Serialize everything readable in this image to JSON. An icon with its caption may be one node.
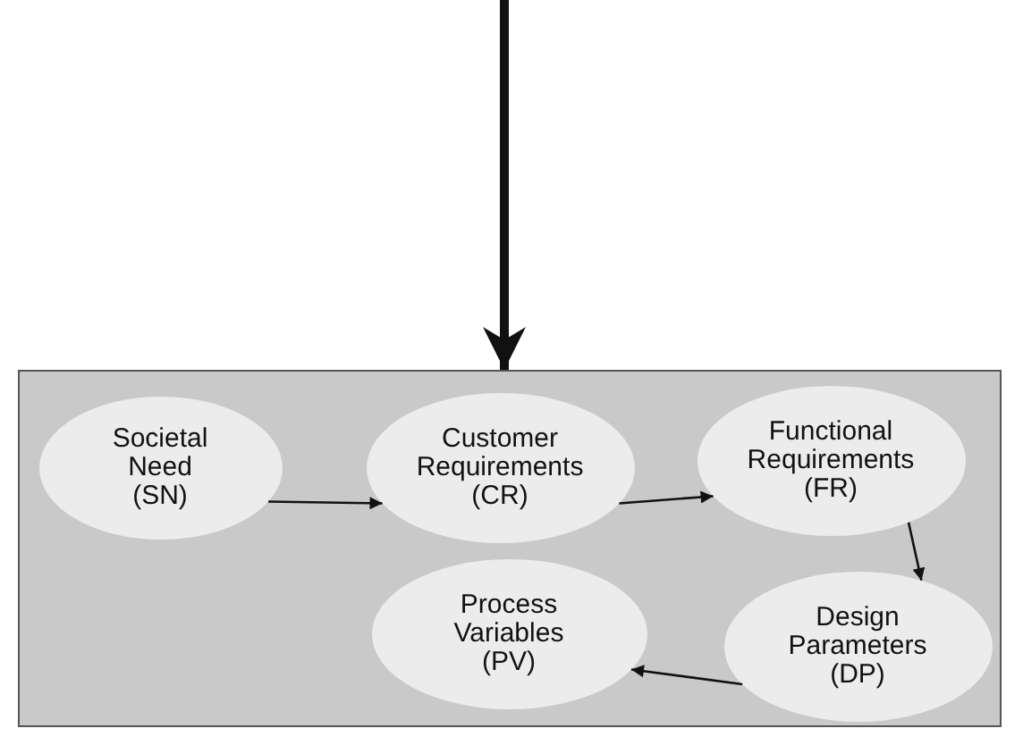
{
  "diagram": {
    "nodes": [
      {
        "text": [],
        "shape": "box"
      },
      {
        "text": [
          "Societal Need (SN)"
        ],
        "in": 0
      },
      {
        "text": [
          "Customer Requirements (CR)"
        ],
        "in": 0
      },
      {
        "text": [
          "Functional Requirements (FR)"
        ],
        "in": 0
      },
      {
        "text": [
          "Process Variables (PV)"
        ],
        "in": 0
      },
      {
        "text": [
          "Design Parameters (DP)"
        ],
        "in": 0
      }
    ],
    "edges": [
      {
        "from": null,
        "to": 0,
        "arrow": "to",
        "style": "thick"
      },
      {
        "from": 1,
        "to": 2,
        "arrow": "to"
      },
      {
        "from": 2,
        "to": 3,
        "arrow": "to"
      },
      {
        "from": 3,
        "to": 5,
        "arrow": "to"
      },
      {
        "from": 5,
        "to": 4,
        "arrow": "to"
      }
    ]
  }
}
